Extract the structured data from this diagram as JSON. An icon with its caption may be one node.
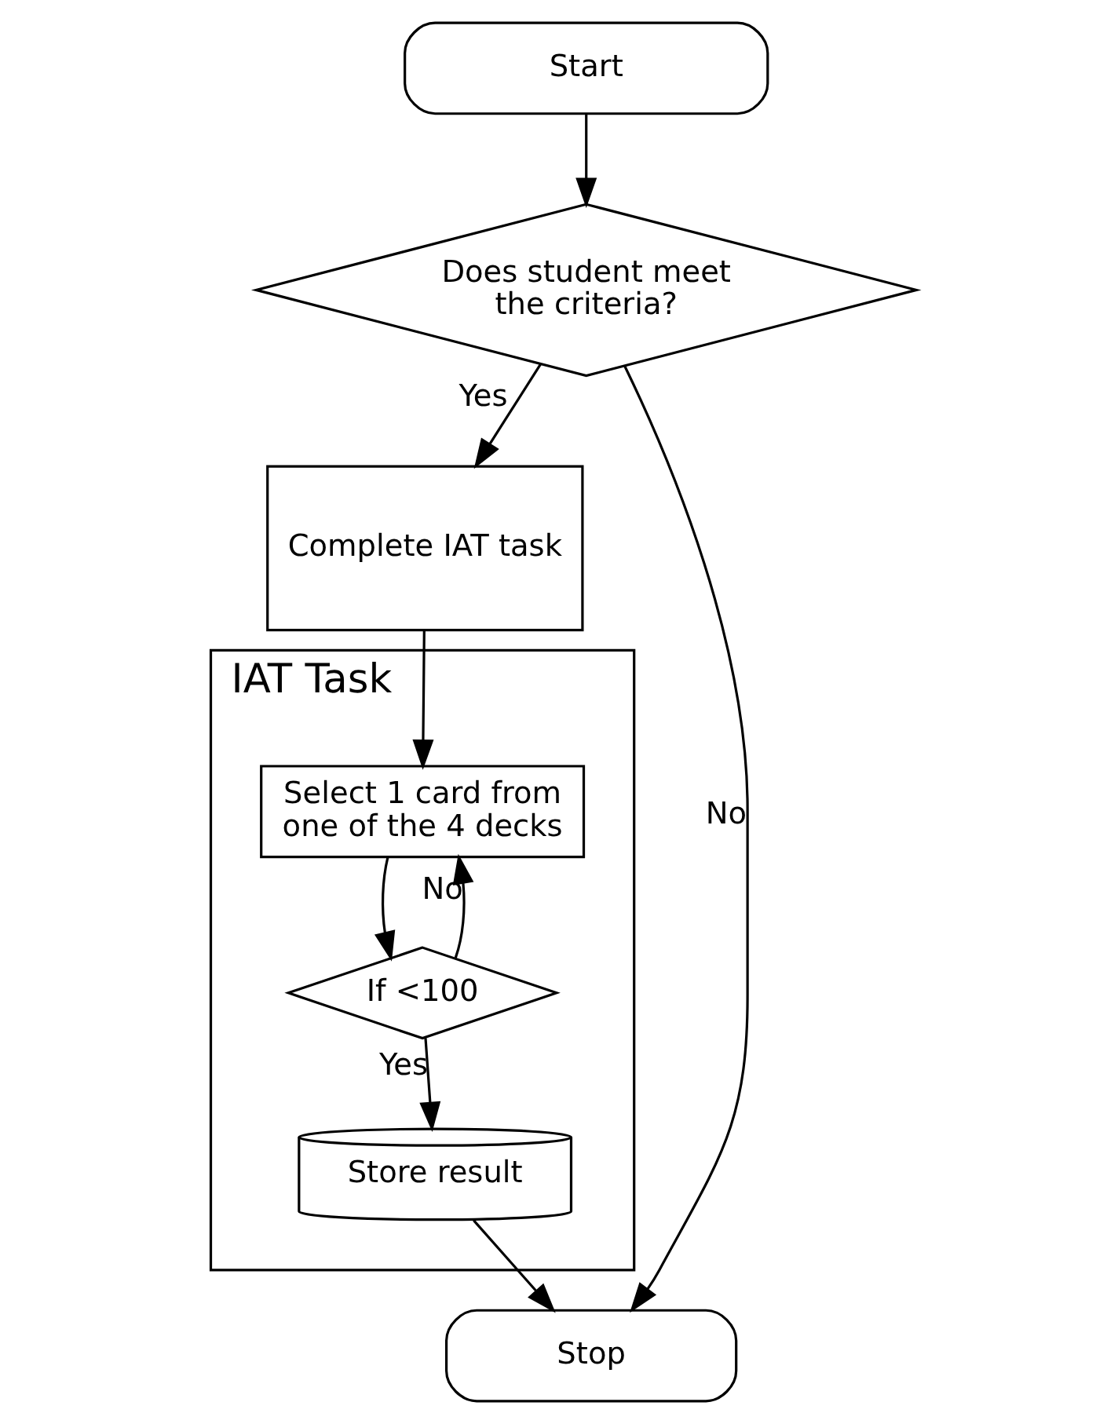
{
  "diagram": {
    "nodes": [
      {
        "text": [
          "Start"
        ]
      },
      {
        "text": [
          "Does student meet the criteria?"
        ]
      },
      {
        "text": [
          "IAT Task"
        ]
      },
      {
        "text": [
          "Complete IAT task"
        ]
      },
      {
        "text": [
          "Select 1 card from one of the 4 decks"
        ],
        "in": 2
      },
      {
        "text": [
          "If <100"
        ],
        "in": 2
      },
      {
        "text": [
          "Store result"
        ],
        "in": 2
      },
      {
        "text": [
          "Stop"
        ]
      }
    ],
    "edges": [
      {
        "from": 0,
        "to": 1,
        "arrow": "to"
      },
      {
        "from": 1,
        "to": 3,
        "arrow": "to",
        "label": "Yes"
      },
      {
        "from": 1,
        "to": 7,
        "arrow": "to",
        "label": "No"
      },
      {
        "from": 3,
        "to": 4,
        "arrow": "to"
      },
      {
        "from": 4,
        "to": 5,
        "arrow": "to"
      },
      {
        "from": 5,
        "to": 4,
        "arrow": "to",
        "label": "No"
      },
      {
        "from": 5,
        "to": 6,
        "arrow": "to",
        "label": "Yes"
      },
      {
        "from": 6,
        "to": 7,
        "arrow": "to"
      }
    ]
  }
}
